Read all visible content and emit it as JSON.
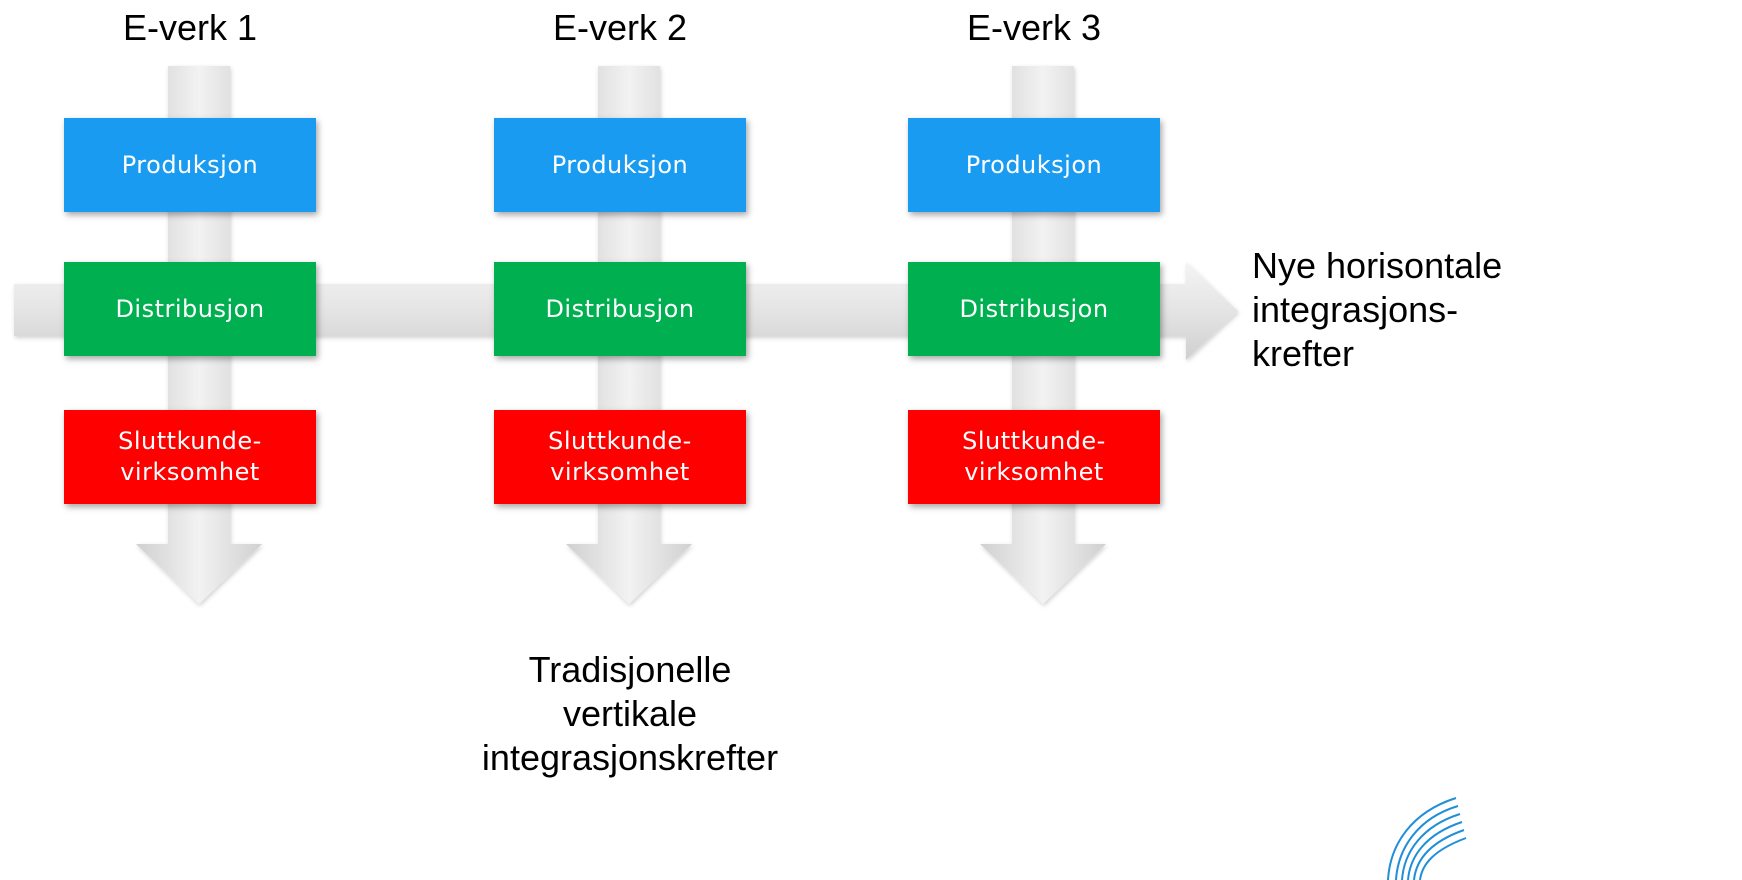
{
  "columns": [
    {
      "title": "E-verk 1",
      "production": "Produksjon",
      "distribution": "Distribusjon",
      "customer": "Sluttkunde-\nvirksomhet"
    },
    {
      "title": "E-verk 2",
      "production": "Produksjon",
      "distribution": "Distribusjon",
      "customer": "Sluttkunde-\nvirksomhet"
    },
    {
      "title": "E-verk 3",
      "production": "Produksjon",
      "distribution": "Distribusjon",
      "customer": "Sluttkunde-\nvirksomhet"
    }
  ],
  "horizontal_label": "Nye horisontale\nintegrasjons-\nkrefter",
  "vertical_label": "Tradisjonelle\nvertikale\nintegrasjonskrefter",
  "colors": {
    "production": "#1a9bf2",
    "distribution": "#00b050",
    "customer": "#ff0000",
    "arrow": "#e6e6e6"
  },
  "icons": {
    "logo": "wave-logo-icon"
  }
}
